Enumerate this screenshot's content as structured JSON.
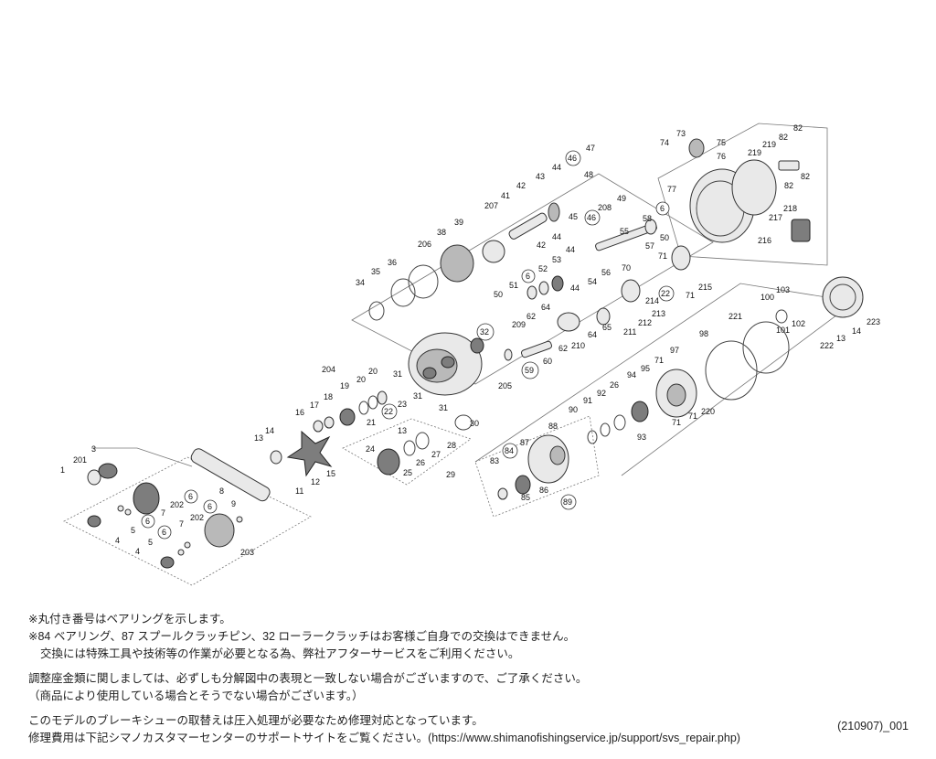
{
  "callouts": {
    "1": "1",
    "3": "3",
    "201": "201",
    "4a": "4",
    "5a": "5",
    "6a": "6",
    "7a": "7",
    "202a": "202",
    "6b": "6",
    "8": "8",
    "6c": "6",
    "202b": "202",
    "6d": "6",
    "9": "9",
    "5b": "5",
    "7b": "7",
    "4b": "4",
    "203": "203",
    "13a": "13",
    "14a": "14",
    "11": "11",
    "12": "12",
    "15": "15",
    "16": "16",
    "17": "17",
    "18": "18",
    "204": "204",
    "19": "19",
    "20a": "20",
    "20b": "20",
    "21": "21",
    "22": "22",
    "23": "23",
    "31a": "31",
    "31b": "31",
    "31c": "31",
    "30": "30",
    "24": "24",
    "13b": "13",
    "25": "25",
    "26a": "26",
    "27": "27",
    "28": "28",
    "29": "29",
    "34": "34",
    "35": "35",
    "36": "36",
    "206": "206",
    "38": "38",
    "39": "39",
    "207": "207",
    "41": "41",
    "42a": "42",
    "42b": "42",
    "43": "43",
    "44a": "44",
    "44b": "44",
    "44c": "44",
    "44d": "44",
    "45": "45",
    "46a": "46",
    "46b": "46",
    "47": "47",
    "48": "48",
    "208": "208",
    "49": "49",
    "55": "55",
    "58": "58",
    "6e": "6",
    "50a": "50",
    "57": "57",
    "53": "53",
    "52": "52",
    "51": "51",
    "6f": "6",
    "50b": "50",
    "54": "54",
    "56": "56",
    "64a": "64",
    "64b": "64",
    "62a": "62",
    "62b": "62",
    "209": "209",
    "210": "210",
    "65": "65",
    "211": "211",
    "212": "212",
    "213": "213",
    "214": "214",
    "70": "70",
    "71a": "71",
    "71b": "71",
    "71c": "71",
    "71d": "71",
    "71e": "71",
    "22b": "22",
    "215": "215",
    "32": "32",
    "59": "59",
    "60": "60",
    "205": "205",
    "73": "73",
    "74": "74",
    "75": "75",
    "76": "76",
    "77": "77",
    "219a": "219",
    "219b": "219",
    "82a": "82",
    "82b": "82",
    "82c": "82",
    "82d": "82",
    "217": "217",
    "218": "218",
    "216": "216",
    "221": "221",
    "100": "100",
    "103": "103",
    "101": "101",
    "102": "102",
    "222": "222",
    "13c": "13",
    "14b": "14",
    "223": "223",
    "98": "98",
    "97": "97",
    "95": "95",
    "94": "94",
    "92": "92",
    "26b": "26",
    "91": "91",
    "90": "90",
    "93": "93",
    "220": "220",
    "88": "88",
    "87": "87",
    "84": "84",
    "83": "83",
    "85": "85",
    "86": "86",
    "89": "89"
  },
  "notes": {
    "line1": "※丸付き番号はベアリングを示します。",
    "line2": "※84 ベアリング、87 スプールクラッチピン、32 ローラークラッチはお客様ご自身での交換はできません。",
    "line3": "交換には特殊工具や技術等の作業が必要となる為、弊社アフターサービスをご利用ください。",
    "line4": "調整座金類に関しましては、必ずしも分解図中の表現と一致しない場合がございますので、ご了承ください。",
    "line5": "（商品により使用している場合とそうでない場合がございます。）",
    "line6": "このモデルのブレーキシューの取替えは圧入処理が必要なため修理対応となっています。",
    "line7": "修理費用は下記シマノカスタマーセンターのサポートサイトをご覧ください。(https://www.shimanofishingservice.jp/support/svs_repair.php)"
  },
  "diagram_code": "(210907)_001"
}
